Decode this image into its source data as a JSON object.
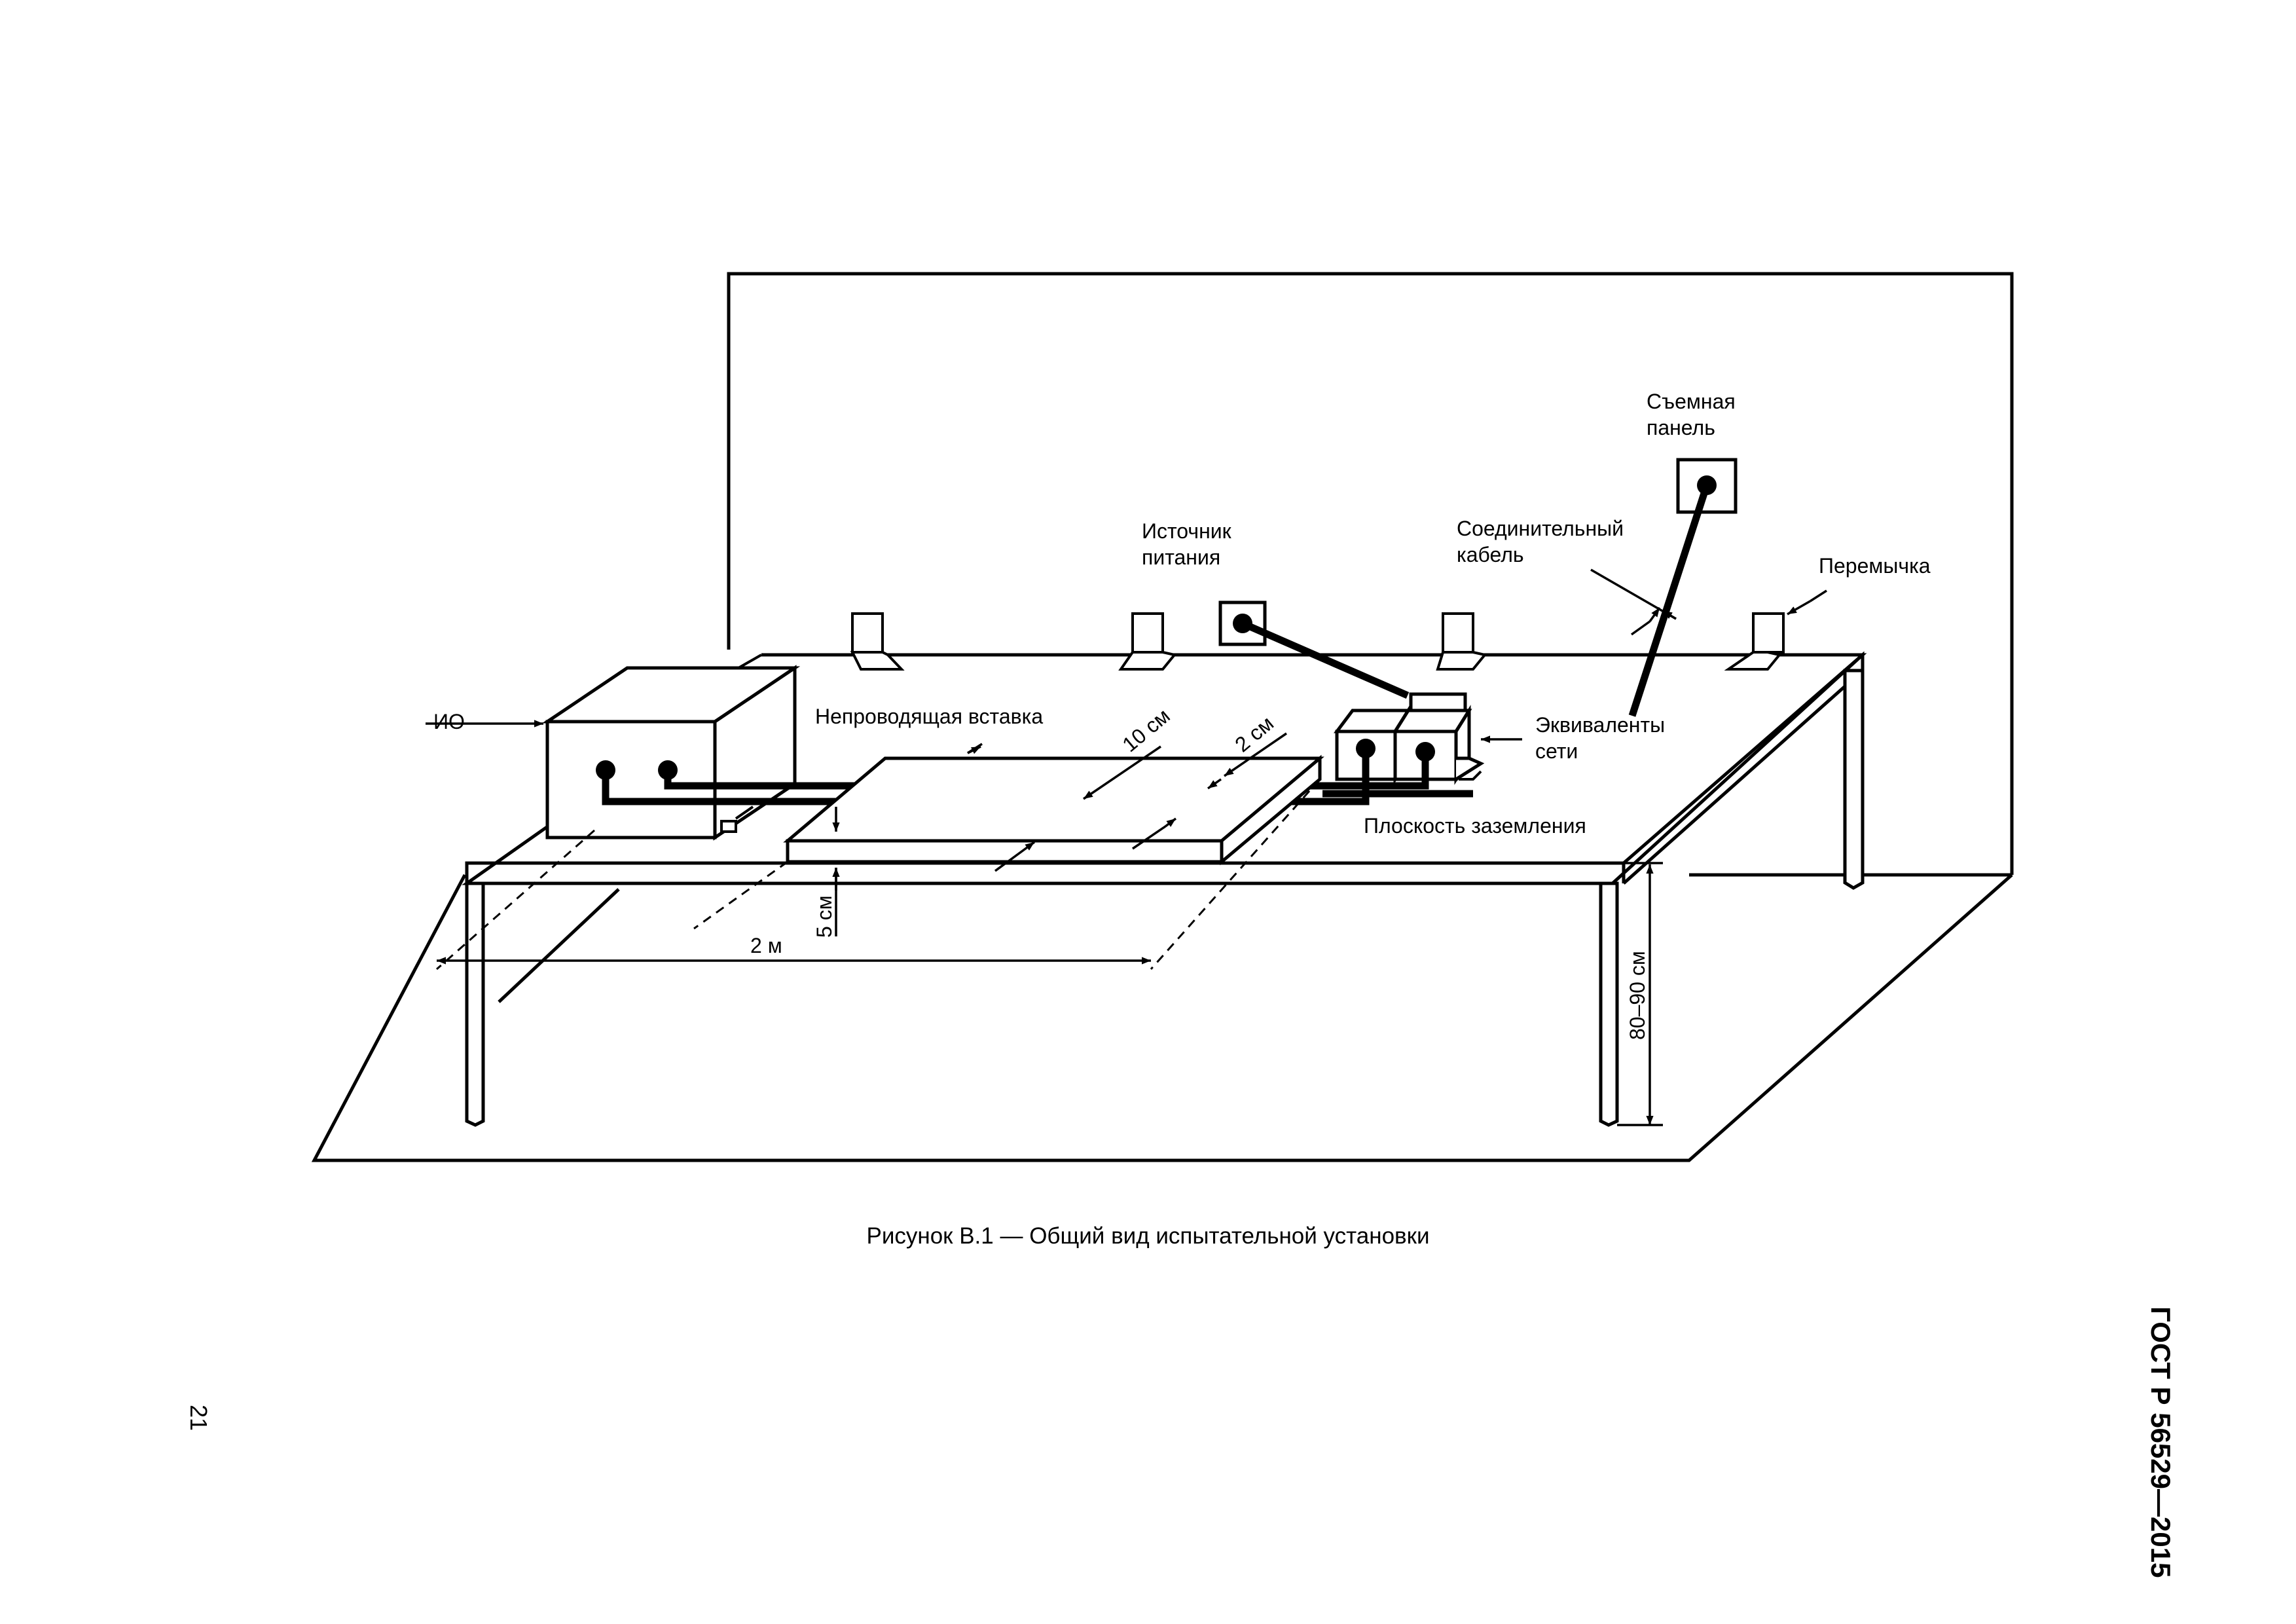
{
  "figure": {
    "labels": {
      "eut": "ИО",
      "insert": "Непроводящая вставка",
      "dim_10cm": "10 см",
      "dim_2cm": "2 см",
      "power_source_l1": "Источник",
      "power_source_l2": "питания",
      "cable_l1": "Соединительный",
      "cable_l2": "кабель",
      "panel_l1": "Съемная",
      "panel_l2": "панель",
      "jumper": "Перемычка",
      "lisn_l1": "Эквиваленты",
      "lisn_l2": "сети",
      "ground_plane": "Плоскость заземления",
      "dim_5cm": "5 см",
      "dim_2m": "2 м",
      "dim_height": "80–90 см"
    }
  },
  "caption": "Рисунок В.1 — Общий вид испытательной установки",
  "standard": "ГОСТ Р 56529—2015",
  "page_number": "21"
}
